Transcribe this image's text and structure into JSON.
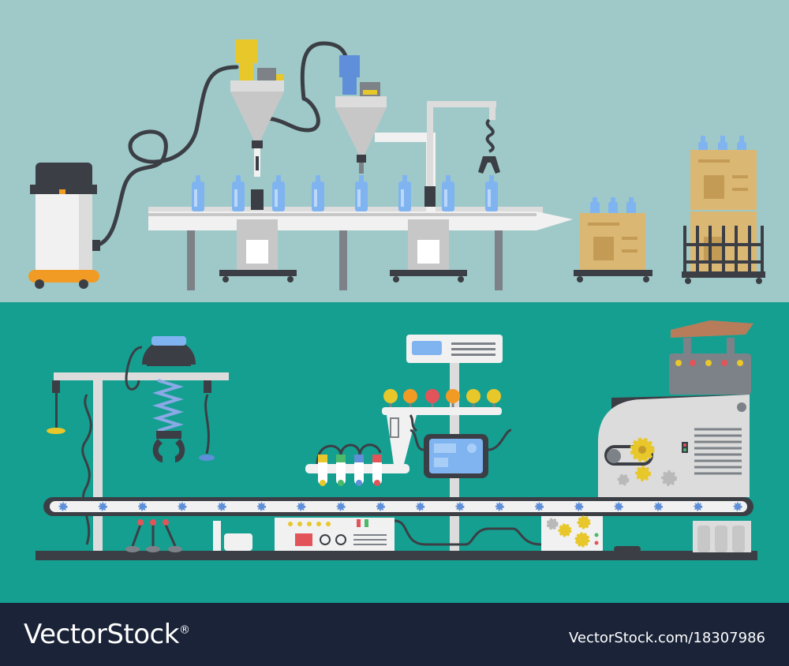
{
  "watermark": {
    "brand": "VectorStock",
    "brand_mark": "®",
    "url": "VectorStock.com/18307986"
  },
  "scenes": {
    "bottling_line": {
      "bottle_count_on_belt": 8,
      "crate_small_bottles": 3,
      "crate_stack_bottles": 3
    },
    "assembly_line": {
      "signal_lamps": 6,
      "test_tubes": 4,
      "belt_rollers": 18
    }
  },
  "colors": {
    "top_background": "#9fc9c8",
    "bottom_background": "#159f91",
    "footer": "#1a2338",
    "machine_light": "#f1f1f1",
    "machine_gray": "#c7c7c7",
    "dark": "#3b3f45",
    "bottle": "#7fb4f0",
    "crate": "#dbb774",
    "orange": "#f29b24",
    "yellow_gear": "#e8c72a"
  }
}
